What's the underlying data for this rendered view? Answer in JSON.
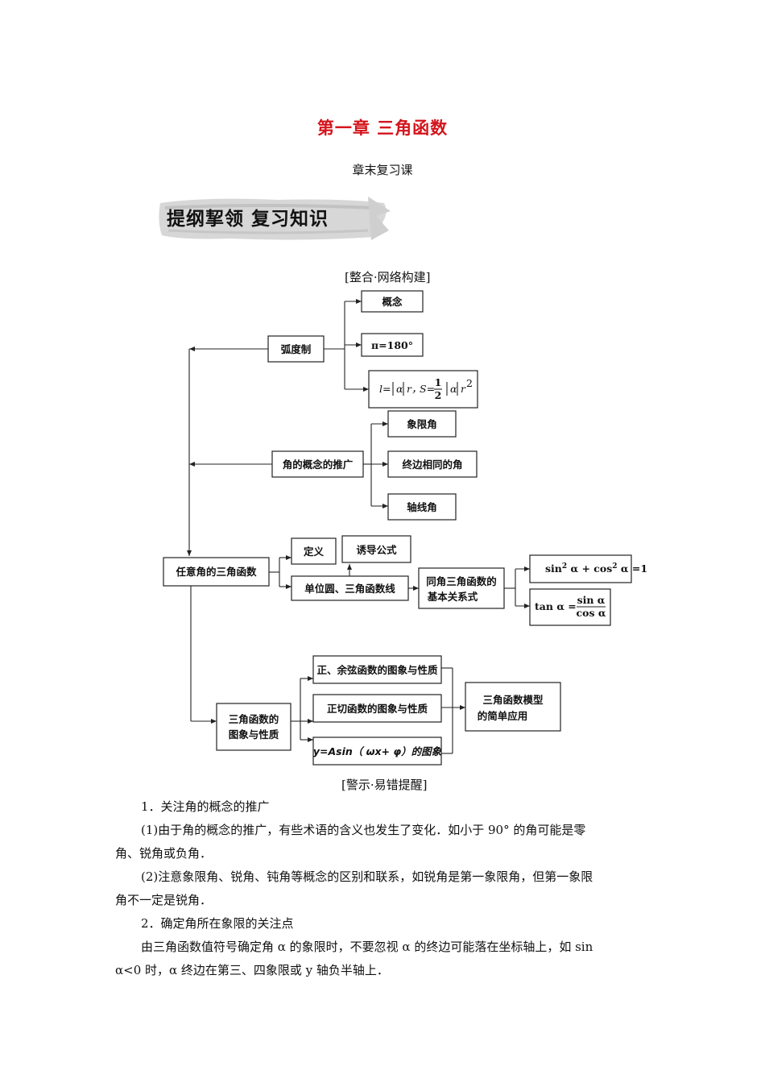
{
  "header": {
    "chapter_title": "第一章  三角函数",
    "lesson_subtitle": "章末复习课",
    "banner_text": "提纲挈领  复习知识"
  },
  "section_network": {
    "label": "[整合·网络构建]"
  },
  "diagram": {
    "radian": "弧度制",
    "concept": "概念",
    "pi_eq": "π=180°",
    "arc_l": "l=",
    "arc_alpha": "α",
    "arc_r": "r，",
    "arc_S": "S=",
    "arc_num": "1",
    "arc_den": "2",
    "arc_alpha2": "α",
    "arc_r2": "r",
    "arc_sq": "2",
    "angle_generalize": "角的概念的推广",
    "quadrant_angle": "象限角",
    "coterminal": "终边相同的角",
    "axis_angle": "轴线角",
    "trig_any_angle": "任意角的三角函数",
    "definition": "定义",
    "induction": "诱导公式",
    "unit_circle": "单位圆、三角函数线",
    "basic_relation_1": "同角三角函数的",
    "basic_relation_2": "基本关系式",
    "pythag_sin": "sin",
    "pythag_sq1": "2",
    "pythag_alpha1": " α + cos",
    "pythag_sq2": "2",
    "pythag_end": " α =1",
    "tan_left": "tan α =",
    "tan_num": "sin α",
    "tan_den": "cos α",
    "graph_props_1": "三角函数的",
    "graph_props_2": "图象与性质",
    "sin_cos_graph": "正、余弦函数的图象与性质",
    "tan_graph": "正切函数的图象与性质",
    "asin_graph": "y=Asin（ ωx+ φ）的图象",
    "model_1": "三角函数模型",
    "model_2": "的简单应用"
  },
  "section_warning": {
    "label": "[警示·易错提醒]"
  },
  "body_text": {
    "p1_heading": "1．关注角的概念的推广",
    "p1_line1": "(1)由于角的概念的推广，有些术语的含义也发生了变化．如小于 90° 的角可能是零",
    "p1_line2": "角、锐角或负角．",
    "p2_line1": "(2)注意象限角、锐角、钝角等概念的区别和联系，如锐角是第一象限角，但第一象限",
    "p2_line2": "角不一定是锐角．",
    "p3_heading": "2．确定角所在象限的关注点",
    "p3_line1": "由三角函数值符号确定角 α 的象限时，不要忽视 α 的终边可能落在坐标轴上，如 sin",
    "p3_line2": "α<0 时，α 终边在第三、四象限或 y 轴负半轴上．"
  }
}
